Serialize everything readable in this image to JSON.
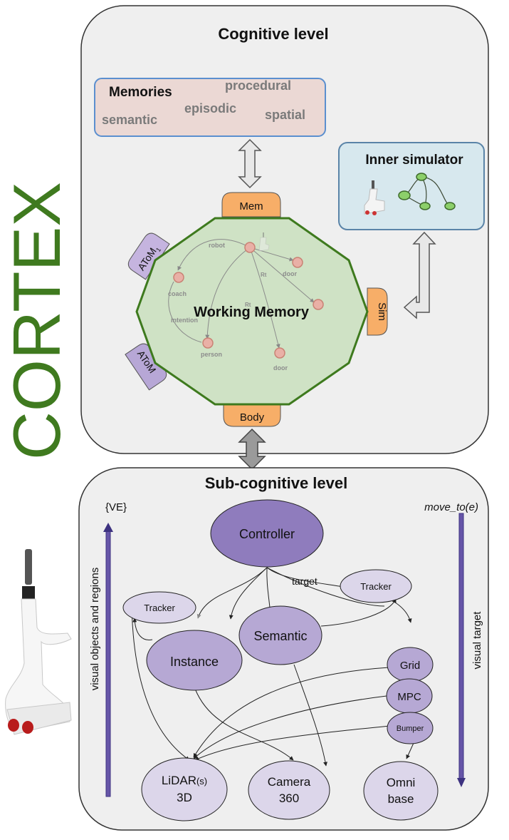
{
  "side_label": "CORTEX",
  "cognitive": {
    "title": "Cognitive level",
    "memories": {
      "title": "Memories",
      "procedural": "procedural",
      "episodic": "episodic",
      "semantic": "semantic",
      "spatial": "spatial"
    },
    "inner_simulator": "Inner simulator",
    "working_memory": {
      "title": "Working Memory",
      "nodes": {
        "robot": "robot",
        "door1": "door",
        "coach": "coach",
        "intention": "intention",
        "rt1": "Rt",
        "rt2": "Rt",
        "person": "person",
        "door2": "door"
      }
    },
    "tabs": {
      "mem": "Mem",
      "sim": "Sim",
      "body": "Body",
      "atom1_base": "AToM",
      "atom1_sub": "1",
      "atom2": "AToM"
    }
  },
  "subcognitive": {
    "title": "Sub-cognitive level",
    "ve_label": "{VE}",
    "move_label": "move_to(e)",
    "left_arrow_label": "visual objects and regions",
    "right_arrow_label": "visual target",
    "target_label": "target",
    "nodes": {
      "controller": "Controller",
      "tracker_left": "Tracker",
      "tracker_right": "Tracker",
      "instance": "Instance",
      "semantic": "Semantic",
      "grid": "Grid",
      "mpc": "MPC",
      "bumper": "Bumper",
      "lidar_line1": "LiDAR",
      "lidar_suffix": "(s)",
      "lidar_line2": "3D",
      "camera_line1": "Camera",
      "camera_line2": "360",
      "omni_line1": "Omni",
      "omni_line2": "base"
    }
  },
  "colors": {
    "cortex_green": "#3f7a1f",
    "wm_fill": "#cfe2c5",
    "wm_stroke": "#3e7a1e",
    "tab_orange": "#f7ae68",
    "atom_purple": "#b7a7d6",
    "controller_purple": "#8f7cbd",
    "node_purple": "#b6a8d4",
    "light_purple": "#dcd6ea",
    "arrow_purple": "#5a4a9a"
  }
}
